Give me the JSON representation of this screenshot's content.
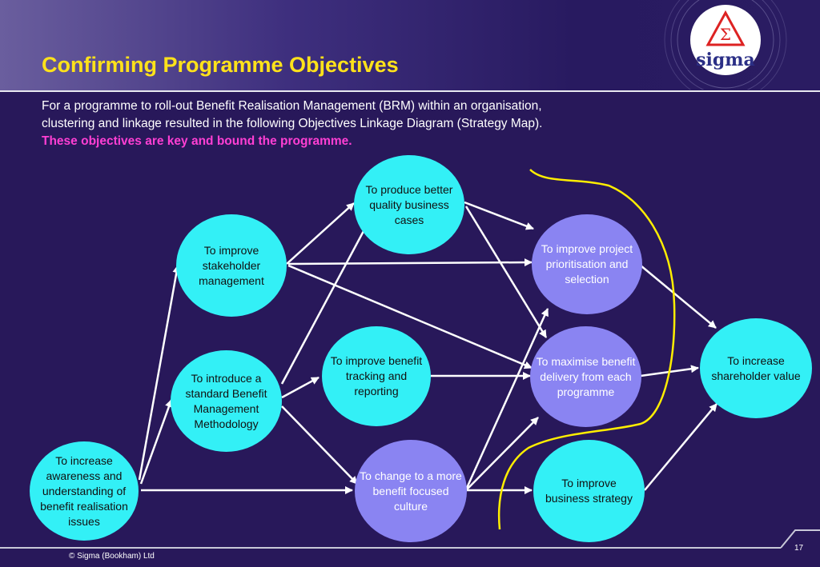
{
  "title": "Confirming Programme Objectives",
  "logo": {
    "text": "sigma",
    "symbol": "Σ"
  },
  "intro": {
    "line1": "For a programme to roll-out Benefit Realisation Management (BRM) within an organisation,",
    "line2": "clustering and linkage resulted in the following Objectives Linkage Diagram (Strategy Map).",
    "emphasis": "These objectives are key and bound the programme."
  },
  "nodes": {
    "awareness": "To increase awareness and understanding of benefit realisation issues",
    "stakeholder": "To improve stakeholder management",
    "methodology": "To introduce a standard Benefit Management Methodology",
    "business_cases": "To produce better quality business cases",
    "tracking": "To improve benefit tracking and reporting",
    "culture": "To change to a more benefit focused culture",
    "prioritisation": "To improve project prioritisation and selection",
    "delivery": "To maximise benefit delivery from each programme",
    "strategy": "To improve business strategy",
    "shareholder": "To increase shareholder value"
  },
  "footer": {
    "copyright": "© Sigma (Bookham) Ltd",
    "page": "17"
  },
  "colors": {
    "title": "#ffe21a",
    "emphasis": "#ff3fd4",
    "node_cyan": "#33f0f6",
    "node_violet": "#8a84f2",
    "annotation": "#ffee00"
  }
}
